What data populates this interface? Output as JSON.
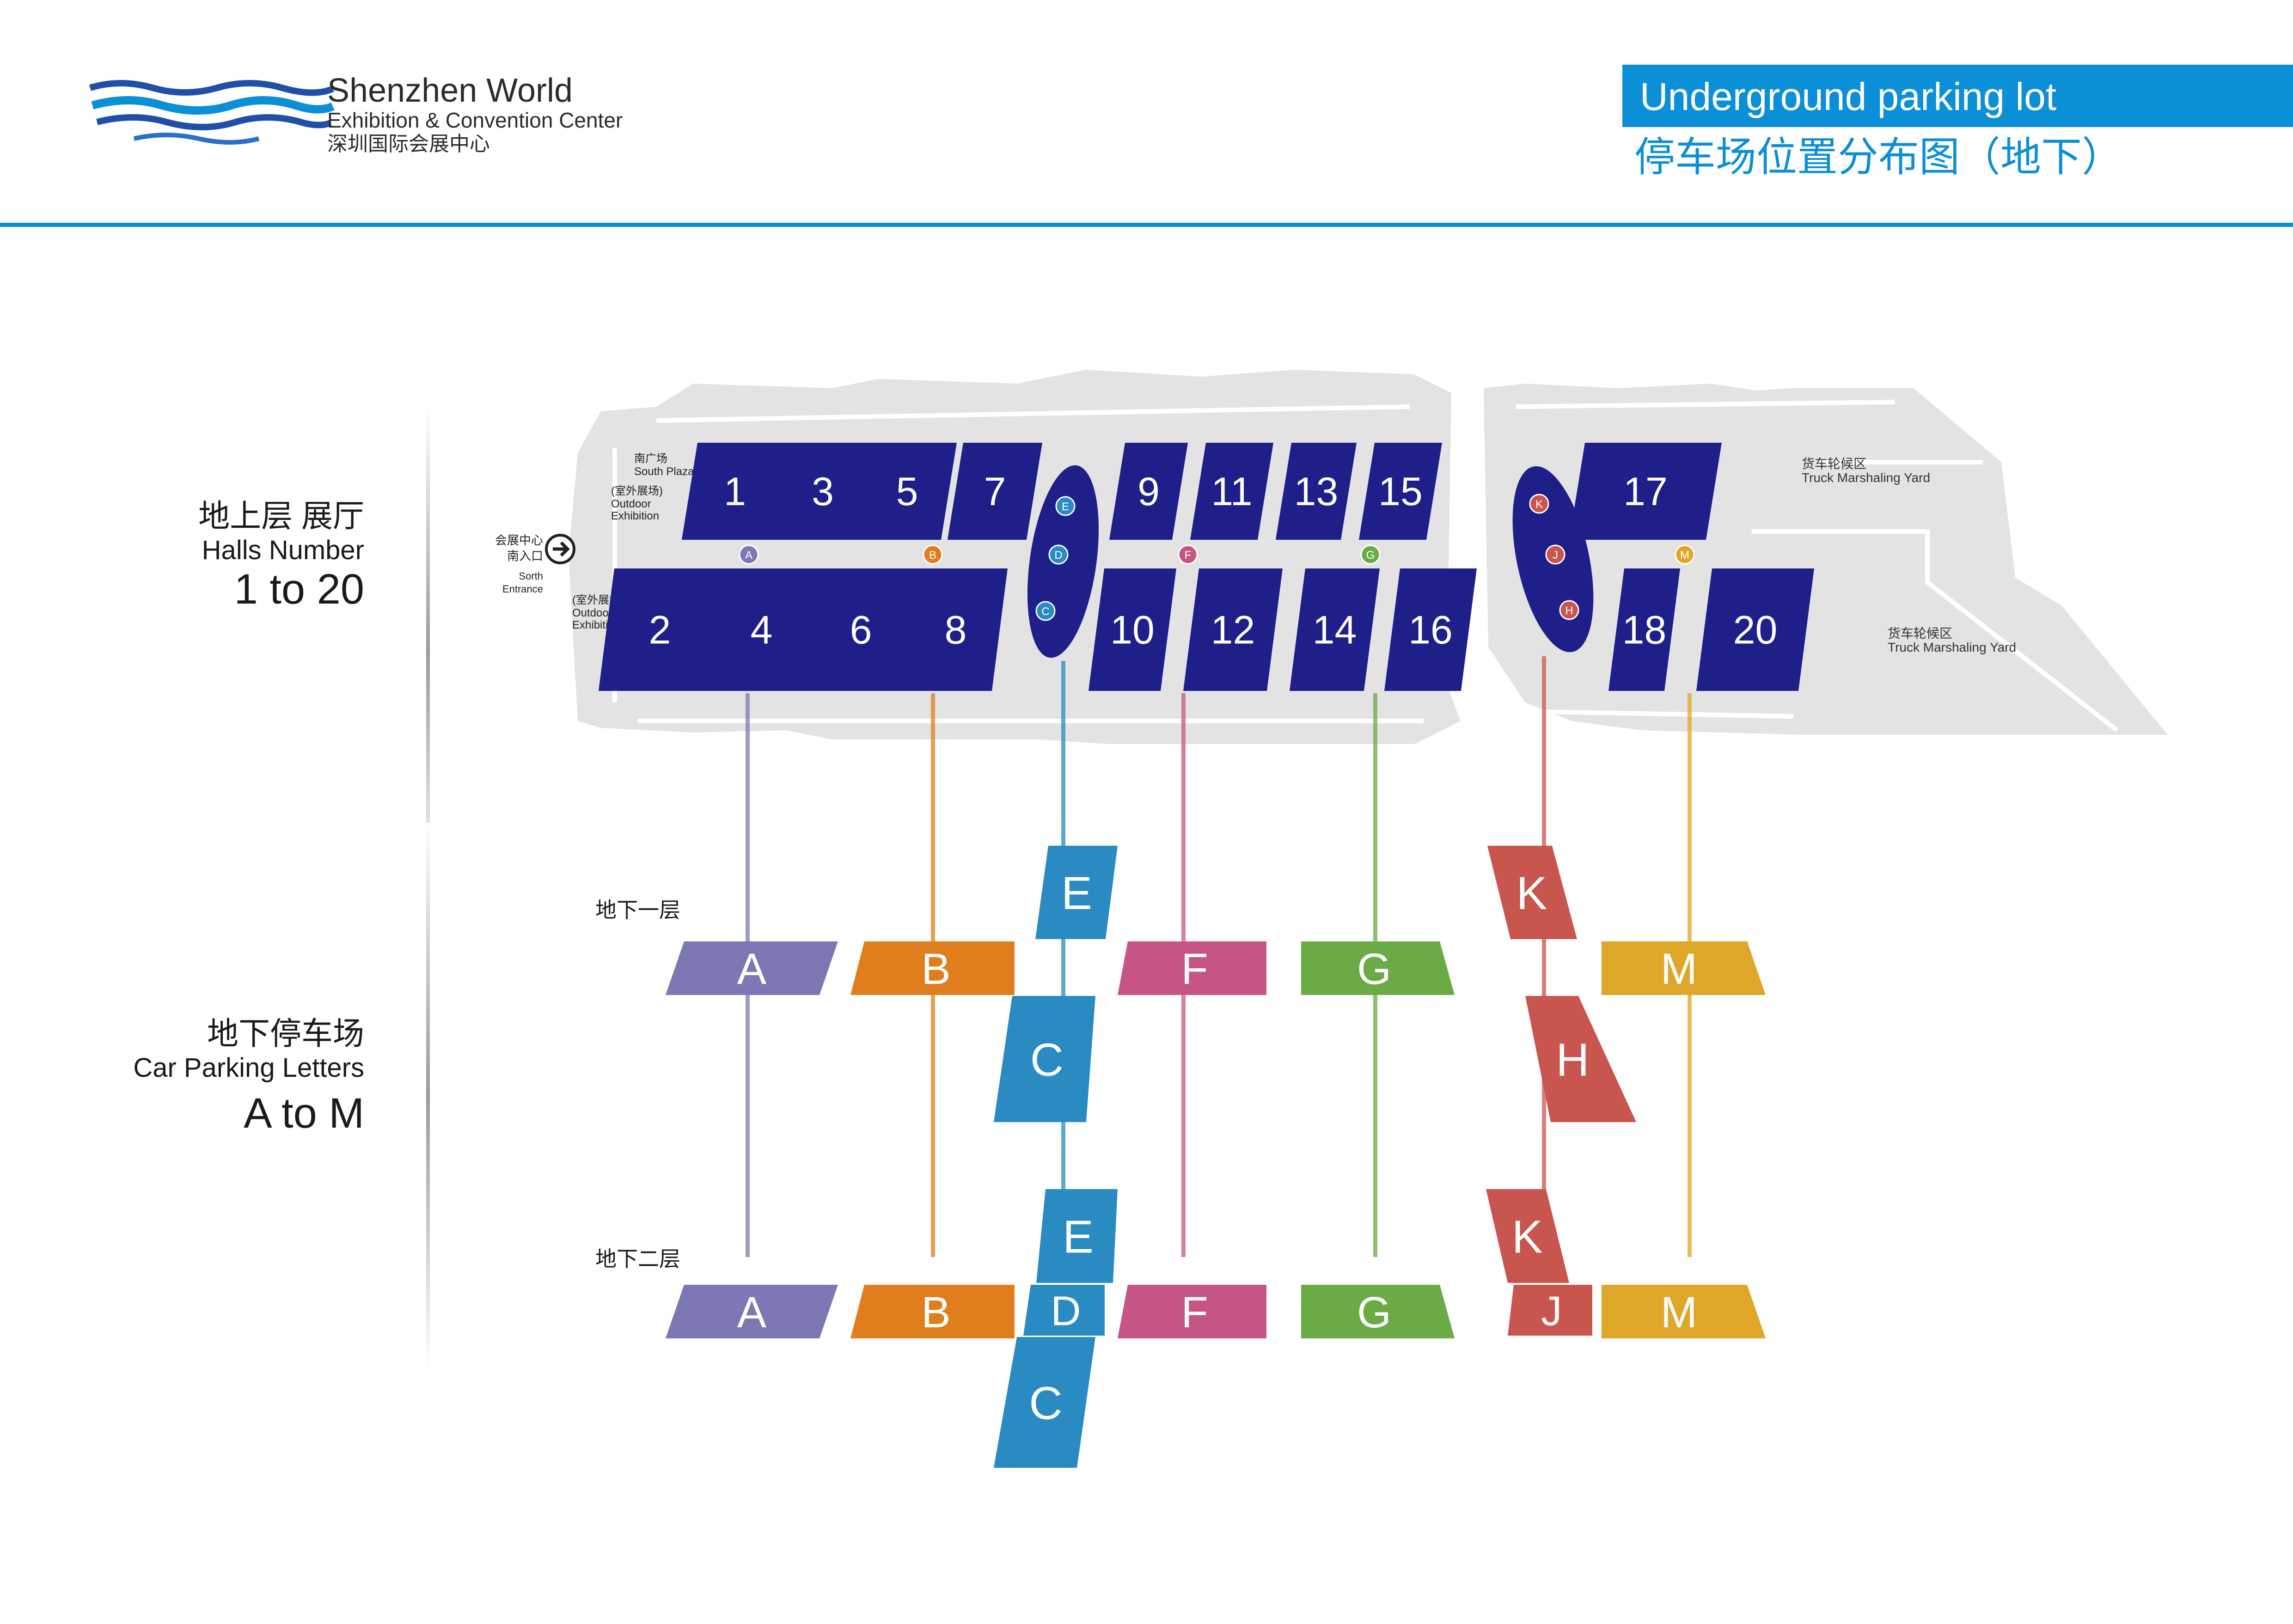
{
  "header": {
    "brand_en_line1": "Shenzhen World",
    "brand_en_line2": "Exhibition & Convention Center",
    "brand_cn": "深圳国际会展中心",
    "title_en": "Underground parking lot",
    "title_cn": "停车场位置分布图（地下）"
  },
  "legend": {
    "halls_cn": "地上层 展厅",
    "halls_en": "Halls Number",
    "halls_range": "1 to 20",
    "parking_cn": "地下停车场",
    "parking_en": "Car Parking Letters",
    "parking_range": "A to M"
  },
  "map_labels": {
    "south_plaza_cn": "南广场",
    "south_plaza_en": "South Plaza",
    "outdoor_top_cn": "(室外展场)",
    "outdoor_top_en1": "Outdoor",
    "outdoor_top_en2": "Exhibition",
    "entrance_cn1": "会展中心",
    "entrance_cn2": "南入口",
    "entrance_en1": "Sorth",
    "entrance_en2": "Entrance",
    "outdoor_bot_cn": "(室外展场)",
    "outdoor_bot_en1": "Outdoor",
    "outdoor_bot_en2": "Exhibition",
    "truck1_cn": "货车轮候区",
    "truck1_en": "Truck Marshaling Yard",
    "truck2_cn": "货车轮候区",
    "truck2_en": "Truck Marshaling Yard"
  },
  "halls_top": [
    "1",
    "3",
    "5",
    "7",
    "9",
    "11",
    "13",
    "15",
    "17"
  ],
  "halls_bottom": [
    "2",
    "4",
    "6",
    "8",
    "10",
    "12",
    "14",
    "16",
    "18",
    "20"
  ],
  "levels": {
    "b1": "地下一层",
    "b2": "地下二层"
  },
  "parking": [
    {
      "letter": "A",
      "color": "#7b78b3"
    },
    {
      "letter": "B",
      "color": "#e07e1d"
    },
    {
      "letter": "C",
      "color": "#2a8ac2"
    },
    {
      "letter": "D",
      "color": "#2a8ac2"
    },
    {
      "letter": "E",
      "color": "#2a8ac2"
    },
    {
      "letter": "F",
      "color": "#c65586"
    },
    {
      "letter": "G",
      "color": "#6aab46"
    },
    {
      "letter": "H",
      "color": "#c9554f"
    },
    {
      "letter": "J",
      "color": "#c9554f"
    },
    {
      "letter": "K",
      "color": "#c9554f"
    },
    {
      "letter": "M",
      "color": "#dfa72a"
    }
  ],
  "colors": {
    "hall": "#1f1f8a",
    "accent": "#0b8fd6",
    "site_grey": "#e3e3e3"
  }
}
